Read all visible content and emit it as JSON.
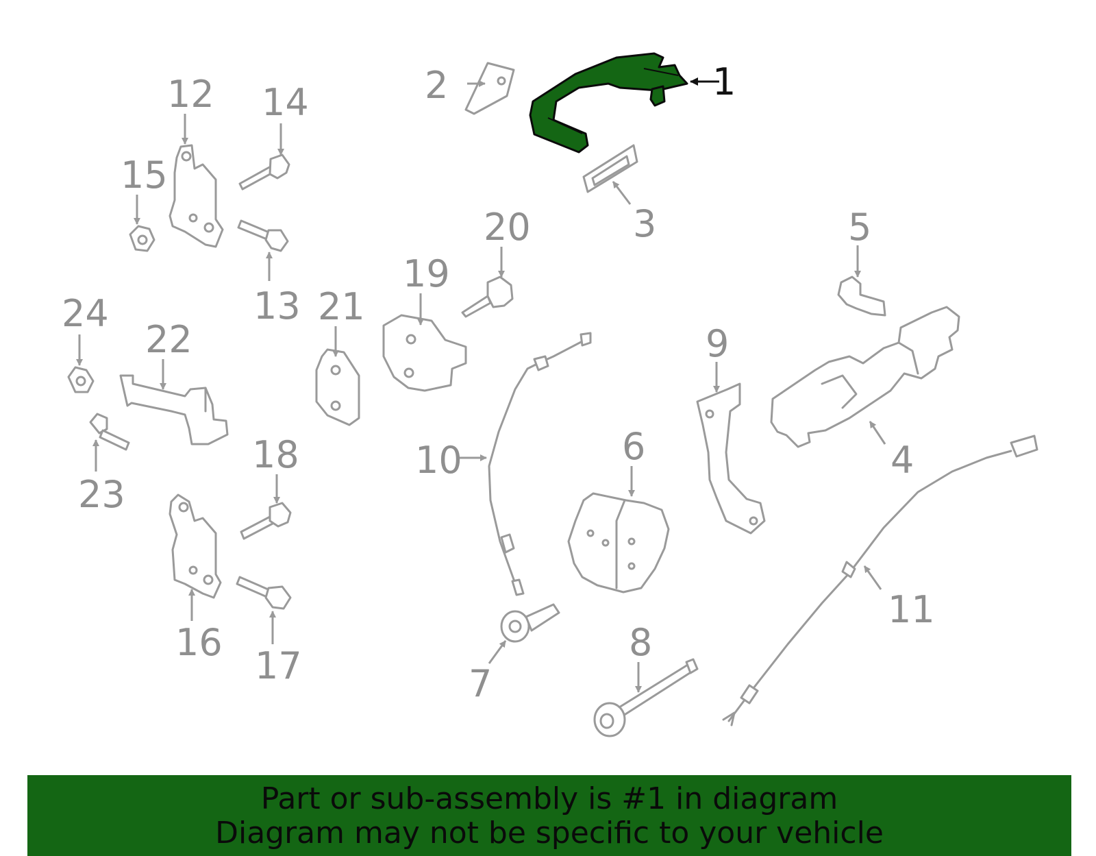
{
  "labels": {
    "p1": "1",
    "p2": "2",
    "p3": "3",
    "p4": "4",
    "p5": "5",
    "p6": "6",
    "p7": "7",
    "p8": "8",
    "p9": "9",
    "p10": "10",
    "p11": "11",
    "p12": "12",
    "p13": "13",
    "p14": "14",
    "p15": "15",
    "p16": "16",
    "p17": "17",
    "p18": "18",
    "p19": "19",
    "p20": "20",
    "p21": "21",
    "p22": "22",
    "p23": "23",
    "p24": "24"
  },
  "banner": {
    "line1": "Part or sub-assembly is #1 in diagram",
    "line2": "Diagram may not be specific to your vehicle"
  },
  "colors": {
    "highlight": "#146614",
    "part_stroke": "#9a9a9a",
    "label": "#8f8f8f"
  }
}
